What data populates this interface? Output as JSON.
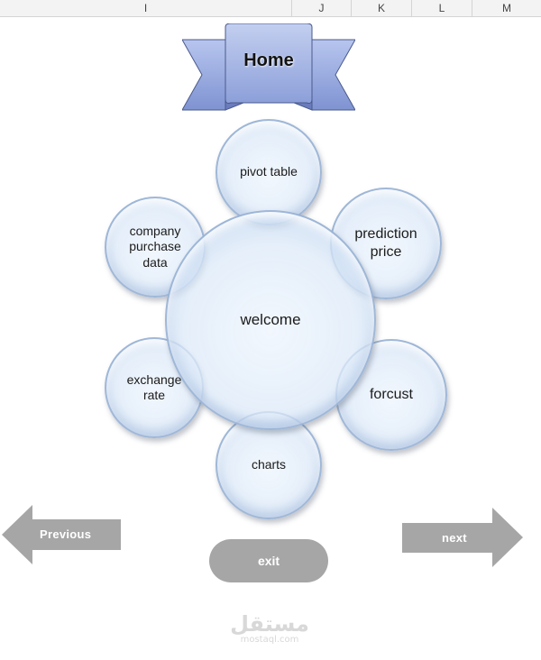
{
  "sheet": {
    "columns": [
      "I",
      "J",
      "K",
      "L",
      "M"
    ]
  },
  "banner": {
    "label": "Home"
  },
  "center": {
    "label": "welcome"
  },
  "bubbles": {
    "pivot": "pivot table",
    "prediction_line1": "prediction",
    "prediction_line2": "price",
    "company_line1": "company",
    "company_line2": "purchase",
    "company_line3": "data",
    "exchange_line1": "exchange",
    "exchange_line2": "rate",
    "forcust": "forcust",
    "charts": "charts"
  },
  "nav": {
    "previous": "Previous",
    "next": "next",
    "exit": "exit"
  },
  "watermark": {
    "main": "مستقل",
    "sub": "mostaql.com"
  },
  "colors": {
    "ribbon_fill": "#8fa3dc",
    "ribbon_face": "#a7b8e6",
    "arrow_gray": "#a6a6a6"
  }
}
